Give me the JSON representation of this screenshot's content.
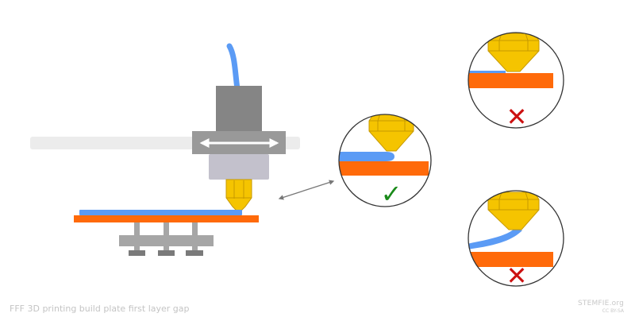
{
  "caption": "FFF 3D printing build plate first layer gap",
  "brand": {
    "name": "STEMFIE",
    "tld": ".org",
    "license": "CC BY-SA"
  },
  "marks": {
    "correct": "✓",
    "wrong_1": "✕",
    "wrong_2": "✕"
  },
  "colors": {
    "filament": "#5b9bf5",
    "build_plate": "#ff6a0a",
    "nozzle": "#f5c400",
    "nozzle_outline": "#c79a00",
    "hotend_block": "#858585",
    "carriage": "#999999",
    "heater": "#c3c1cc",
    "rail": "#ececec",
    "correct_mark": "#1a8a1a",
    "wrong_mark": "#cc1111"
  }
}
